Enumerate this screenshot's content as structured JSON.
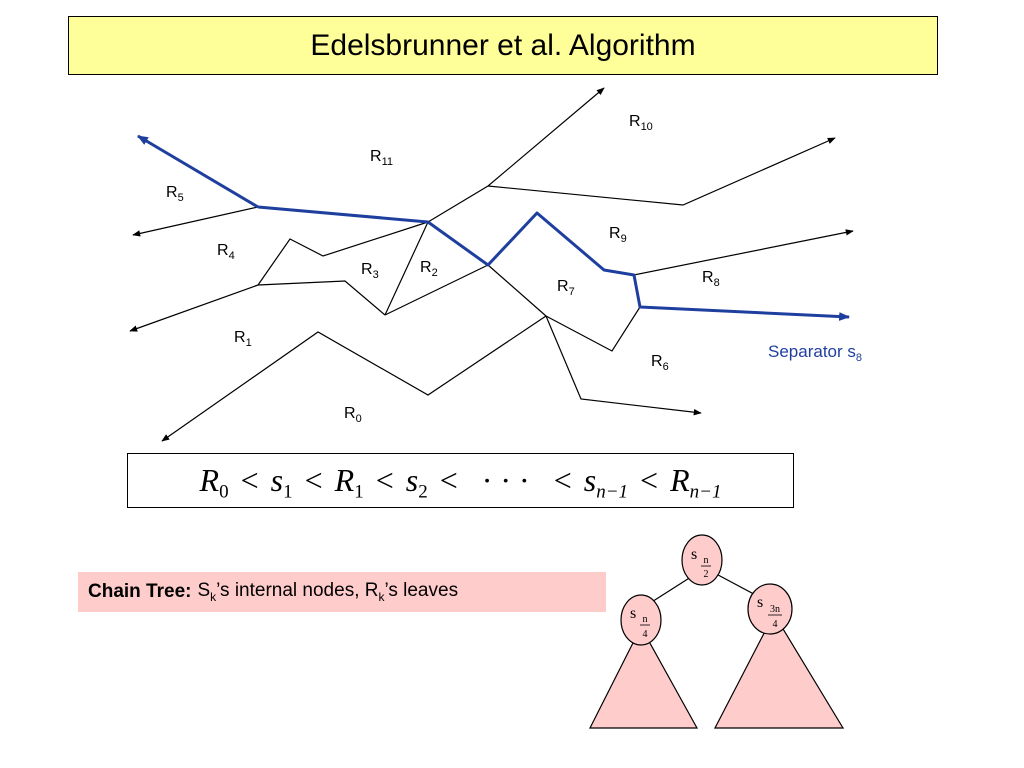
{
  "title": "Edelsbrunner et al. Algorithm",
  "regions": [
    {
      "id": "R0",
      "base": "R",
      "sub": "0"
    },
    {
      "id": "R1",
      "base": "R",
      "sub": "1"
    },
    {
      "id": "R2",
      "base": "R",
      "sub": "2"
    },
    {
      "id": "R3",
      "base": "R",
      "sub": "3"
    },
    {
      "id": "R4",
      "base": "R",
      "sub": "4"
    },
    {
      "id": "R5",
      "base": "R",
      "sub": "5"
    },
    {
      "id": "R6",
      "base": "R",
      "sub": "6"
    },
    {
      "id": "R7",
      "base": "R",
      "sub": "7"
    },
    {
      "id": "R8",
      "base": "R",
      "sub": "8"
    },
    {
      "id": "R9",
      "base": "R",
      "sub": "9"
    },
    {
      "id": "R10",
      "base": "R",
      "sub": "10"
    },
    {
      "id": "R11",
      "base": "R",
      "sub": "11"
    }
  ],
  "separator_label": {
    "base": "Separator s",
    "sub": "8"
  },
  "ordering": {
    "R0": "R",
    "R0_sub": "0",
    "s1": "s",
    "s1_sub": "1",
    "R1": "R",
    "R1_sub": "1",
    "s2": "s",
    "s2_sub": "2",
    "lt": "<",
    "dots": "· · ·",
    "sn1": "s",
    "sn1_sub": "n−1",
    "Rn1": "R",
    "Rn1_sub": "n−1"
  },
  "chain_tree": {
    "bold": "Chain Tree:",
    "s_base": "S",
    "s_sub": "k",
    "mid": "’s internal nodes, R",
    "r_sub": "k",
    "end": "’s leaves"
  },
  "tree": {
    "root": {
      "base": "s",
      "num": "n",
      "den": "2"
    },
    "left": {
      "base": "s",
      "num": "n",
      "den": "4"
    },
    "right": {
      "base": "s",
      "num": "3n",
      "den": "4"
    }
  },
  "colors": {
    "separator": "#1f3f9f",
    "title_bg": "#ffff99",
    "chain_bg": "#ffcccc",
    "tree_fill": "#ffcccc"
  }
}
